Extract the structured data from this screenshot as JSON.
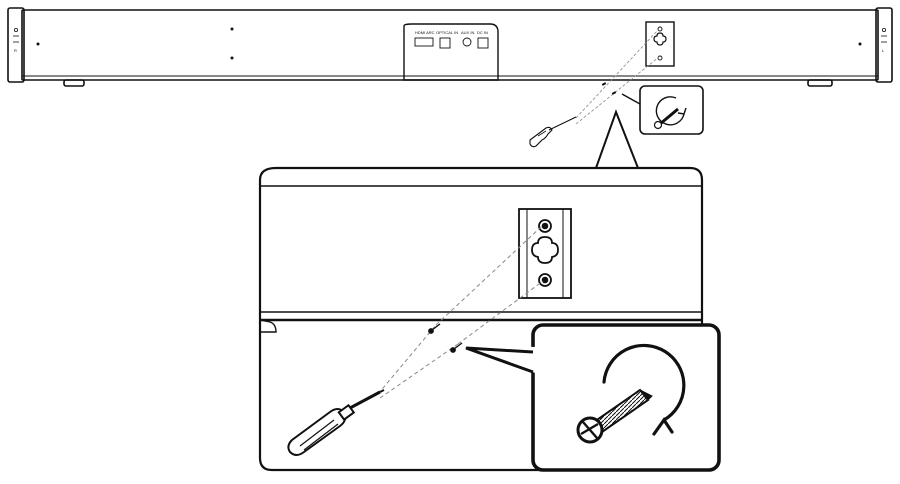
{
  "figure": {
    "background": "#ffffff",
    "stroke": "#111111",
    "guide_line": "#888888"
  },
  "soundbar": {
    "panel_labels": [
      "HDMI ARC",
      "OPTICAL IN",
      "AUX IN",
      "DC IN"
    ],
    "left_end_label": "R",
    "right_end_label": "L"
  },
  "icons": {
    "bracket": "keyhole-wall-bracket-icon",
    "screwdriver": "screwdriver-icon",
    "screw": "screw-icon",
    "rotation": "clockwise-arrow-icon"
  }
}
